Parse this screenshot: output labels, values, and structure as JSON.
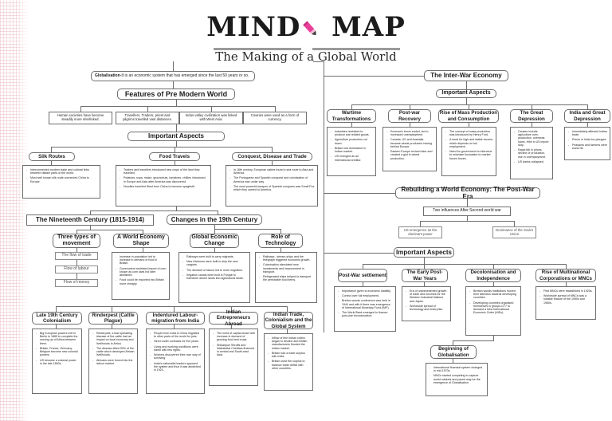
{
  "header": {
    "title_part1": "MIND",
    "title_part2": "MAP",
    "pencil_icon": "pencil-icon",
    "subtitle": "The Making of a Global World",
    "accent_color": "#e8409a"
  },
  "globalisation": {
    "label": "Globalisation-",
    "text": " It is an economic system that has emerged since the last 50 years or so."
  },
  "pre_modern": {
    "title": "Features of Pre Modern World",
    "children": [
      "Human societies have become steadily more interlinked.",
      "Travellers, Traders, priest and pilgrims travelled vast distances.",
      "Indus valley civilization was linked with West Asia.",
      "Cowries were used as a form of currency."
    ]
  },
  "pre_modern_aspects": {
    "title": "Important Aspects",
    "groups": [
      {
        "title": "Silk Routes",
        "points": [
          "Interconnected modern trade and cultural links between distant parts of the world.",
          "Most well known silk route connected China to Europe."
        ]
      },
      {
        "title": "Food Travels",
        "points": [
          "Traders and travellers introduced new crops of the land they travelled.",
          "Potatoes, soya, maize, groundnuts, tomatoes, chillies introduced in Europe and Asia after America was discovered.",
          "Noodles travelled West from China to become spaghetti."
        ]
      },
      {
        "title": "Conquest, Disease and Trade",
        "points": [
          "In 16th century, European sailors found a sea route to Asia and America.",
          "The Portuguese and Spanish conquest and colonisation of America was under way.",
          "The most powerful weapon of Spanish conquers was Small Pox which they carried to America."
        ]
      }
    ]
  },
  "nineteenth": {
    "title": "The Nineteenth Century (1815-1914)",
    "movement": {
      "title": "Three types of movement",
      "items": [
        "The flow of trade",
        "Flow of labour",
        "Flow of money"
      ]
    },
    "world_economy": {
      "title": "A World Economy Shape",
      "points": [
        "Increase in  population led to increase in demand of food in Britain.",
        "Government restricted import of corn known as corn laws but later abolished.",
        "Food could be imported into Britain more cheaply."
      ]
    }
  },
  "changes19": {
    "title": "Changes in the 19th Century",
    "groups": [
      {
        "title": "Global Economic Change",
        "points": [
          "Railways were built to carry migrants.",
          "New Harbours were built to ship the new cargoes.",
          "The demand of labour led to more migration.",
          "Irrigation canals were built in Punjab to transform desert lands into agricultural lands."
        ]
      },
      {
        "title": "Role of Technology",
        "points": [
          "Railways , stream-ships and the telegraph triggered economic growth.",
          "Colonisation stimulated new investments and improvement in transport.",
          "Refrigerated ships helped to transport the perishable food items."
        ]
      }
    ]
  },
  "bottom_left": [
    {
      "title": "Late 19th Century Colonialism",
      "points": [
        "Big European powers met in Berlin in 1885 to complete the carving up of Africa between them.",
        "Britain, France, Germany, Belgium become new colonial powers.",
        "US became a colonial power in the late 1890s."
      ]
    },
    {
      "title": "Rinderpest (Cattle Plague)",
      "points": [
        "Rinderpest, a fast spreading disease of the cattle had an impact on local economy and livelihoods in Africa.",
        "The disease killed 90% of the cattle which destroyed African livelihoods.",
        "Africans were forced into the labour market."
      ]
    },
    {
      "title": "Indentured Labour-migration from India",
      "points": [
        "People from India & China migrated to other parts of the world for jobs.",
        "Hired under contracts for five years.",
        "Living and working conditions were harsh with few rights.",
        "Workers discovered their own way of surviving.",
        "India's nationalist leaders opposed the system and thus it was abolished in 1921."
      ]
    },
    {
      "title": "Indian Entrepreneurs Abroad",
      "points": [
        "The need of capital arose with increase in demand of growing food and crops.",
        "Shikaripuri Shroffs and Nattukottai Chettiars financed in central and South-east Asia."
      ]
    },
    {
      "title": "Indian Trade, Colonialism and the Global System",
      "points": [
        "Inflow of fine Indian cotton began to decline and British manufacturers flooded the Indian market.",
        "Britain had a trade surplus with India.",
        "Britain used the surplus to balance trade deficit with other countries."
      ]
    }
  ],
  "interwar": {
    "title": "The Inter-War Economy",
    "aspects_title": "Important Aspects",
    "groups": [
      {
        "title": "Wartime Transformations",
        "points": [
          "Industries restricted to produce war related goods.",
          "Agriculture production cut down.",
          "Britain lost dominance in Indian market.",
          "US emerged as an international creditor."
        ]
      },
      {
        "title": "Post-war Recovery",
        "points": [
          "Economic boom ended, led to increased unemployment.",
          "Canada, US and Australia became wheat producers having behind Europe.",
          "Eastern Europe revived later and created a glut in wheat production."
        ]
      },
      {
        "title": "Rise of Mass Production and Consumption",
        "points": [
          "The concept of mass production was introduced by Henry Ford.",
          "A need for high and stable income which depends on full employment.",
          "Need for government to intervene to minimise fluctuation to market forces forces."
        ]
      },
      {
        "title": "The Great Depression",
        "points": [
          "Causes include agriculture over-production, overseas loans, Hike in US import duty.",
          "Rapid fall in prices, decline of production, rise in unemployment.",
          "US banks collapsed."
        ]
      },
      {
        "title": "India and Great Depression",
        "points": [
          "Immediately affected Indian trade.",
          "Prices in India too plunged.",
          "Peasants and farmers were worst hit."
        ]
      }
    ]
  },
  "postwar": {
    "title": "Rebuilding a World Economy: The Post-War Era",
    "influences_title": "Two influences After Second world war",
    "influences": [
      "US emergence as the dominant power",
      "Dominance of the Soviet Union"
    ],
    "aspects_title": "Important Aspects",
    "groups": [
      {
        "title": "Post-War settlement",
        "points": [
          "Importance given to economic stability.",
          "Control over full employment.",
          "Bretton woods conference was held in 1944 and with it there was emergence of International Monetary Fund (IMF).",
          "The World Bank emerged to finance post-war reconstruction."
        ]
      },
      {
        "title": "The Early Post-War Years",
        "points": [
          "Era of unprecedented growth of trade and incomes for the Western Industrial Nations and Japan.",
          "Worldwide spread of technology and enterprise."
        ]
      },
      {
        "title": "Decolonisation and Independence",
        "points": [
          "Bretton woods institutions moved their attention towards developing countries.",
          "Developing countries organised themselves in groups-G77 to demand a New International Economic Order (NIEo)."
        ]
      },
      {
        "title": "Rise of Multinational Corporations or MNCs",
        "points": [
          "First MNCs were established in 1920s.",
          "Worldwide spread of MNCs was a notable feature of the 1950s and 1960s."
        ]
      }
    ],
    "globalisation_box": {
      "title": "Beginning of Globalisation",
      "points": [
        "International financial system changed in mid 1970s.",
        "MNCs started competing to capture world markets and paved way for the emergence of Globalisation."
      ]
    }
  }
}
